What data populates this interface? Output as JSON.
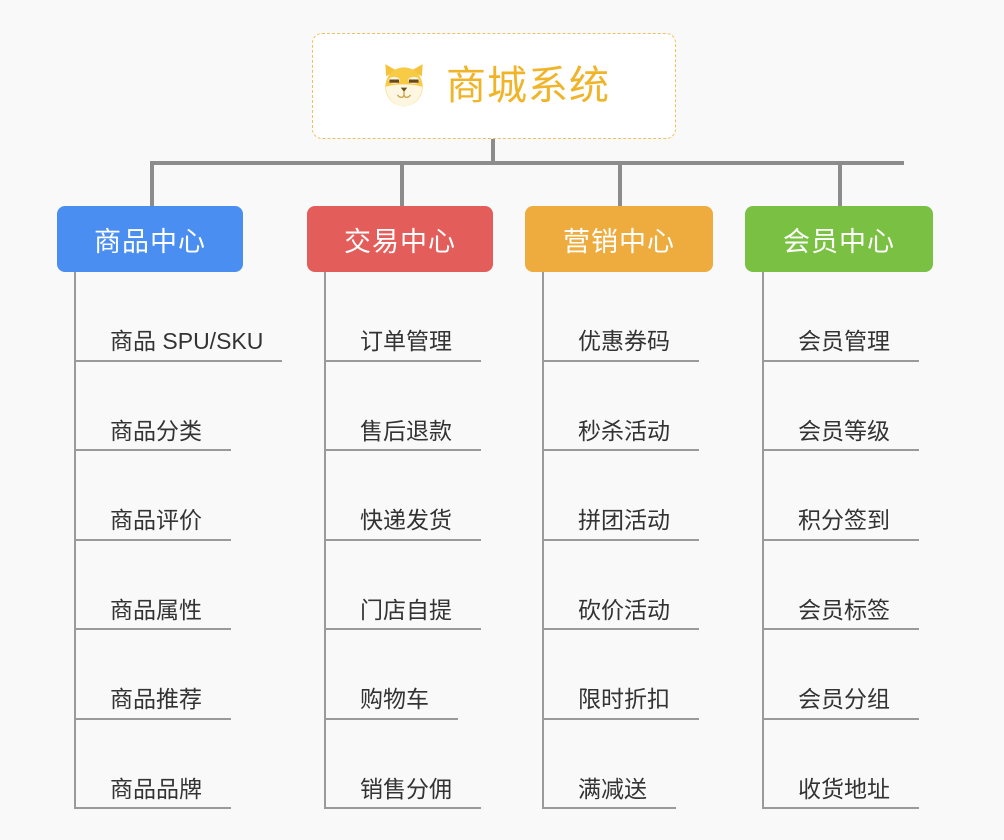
{
  "page": {
    "background_color": "#f9f9f9",
    "type": "organization-chart"
  },
  "root": {
    "title": "商城系统",
    "icon": "shiba-inu-icon",
    "text_color": "#f0b429",
    "border_color": "#f0c060",
    "background_color": "#ffffff"
  },
  "connector": {
    "color": "#8c8c8c"
  },
  "chart_data": {
    "type": "tree",
    "title": "商城系统",
    "branch_count": 4,
    "items_per_branch": 6
  },
  "columns": [
    {
      "header": "商品中心",
      "color": "#4a8ef2",
      "items": [
        {
          "label": "商品 SPU/SKU",
          "underline_width": 206
        },
        {
          "label": "商品分类",
          "underline_width": 155
        },
        {
          "label": "商品评价",
          "underline_width": 155
        },
        {
          "label": "商品属性",
          "underline_width": 155
        },
        {
          "label": "商品推荐",
          "underline_width": 155
        },
        {
          "label": "商品品牌",
          "underline_width": 155
        }
      ]
    },
    {
      "header": "交易中心",
      "color": "#e35d5b",
      "items": [
        {
          "label": "订单管理",
          "underline_width": 155
        },
        {
          "label": "售后退款",
          "underline_width": 155
        },
        {
          "label": "快递发货",
          "underline_width": 155
        },
        {
          "label": "门店自提",
          "underline_width": 155
        },
        {
          "label": "购物车",
          "underline_width": 132
        },
        {
          "label": "销售分佣",
          "underline_width": 155
        }
      ]
    },
    {
      "header": "营销中心",
      "color": "#eeac3e",
      "items": [
        {
          "label": "优惠券码",
          "underline_width": 155
        },
        {
          "label": "秒杀活动",
          "underline_width": 155
        },
        {
          "label": "拼团活动",
          "underline_width": 155
        },
        {
          "label": "砍价活动",
          "underline_width": 155
        },
        {
          "label": "限时折扣",
          "underline_width": 155
        },
        {
          "label": "满减送",
          "underline_width": 132
        }
      ]
    },
    {
      "header": "会员中心",
      "color": "#7ac143",
      "items": [
        {
          "label": "会员管理",
          "underline_width": 155
        },
        {
          "label": "会员等级",
          "underline_width": 155
        },
        {
          "label": "积分签到",
          "underline_width": 155
        },
        {
          "label": "会员标签",
          "underline_width": 155
        },
        {
          "label": "会员分组",
          "underline_width": 155
        },
        {
          "label": "收货地址",
          "underline_width": 155
        }
      ]
    }
  ]
}
